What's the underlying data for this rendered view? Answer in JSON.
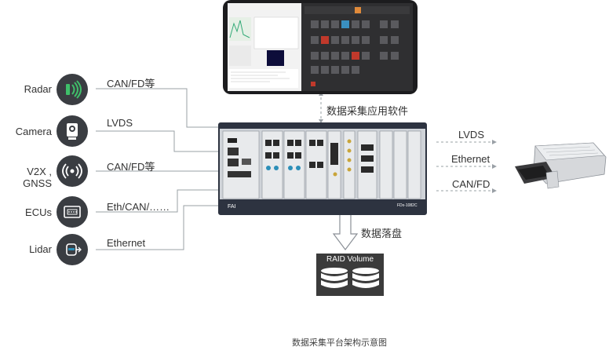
{
  "sensors": [
    {
      "name": "Radar",
      "icon": "radar-icon",
      "protocol": "CAN/FD等"
    },
    {
      "name": "Camera",
      "icon": "camera-icon",
      "protocol": "LVDS"
    },
    {
      "name": "V2X , GNSS",
      "icon": "wireless-icon",
      "protocol": "CAN/FD等"
    },
    {
      "name": "ECUs",
      "icon": "ecu-icon",
      "protocol": "Eth/CAN/……"
    },
    {
      "name": "Lidar",
      "icon": "lidar-icon",
      "protocol": "Ethernet"
    }
  ],
  "outputs": [
    "LVDS",
    "Ethernet",
    "CAN/FD"
  ],
  "software_label": "数据采集应用软件",
  "storage_label": "数据落盘",
  "raid_label": "RAID Volume",
  "caption": "数据采集平台架构示意图",
  "chassis": {
    "brand": "FAI",
    "model": "FDx-1082C"
  },
  "colors": {
    "icon_bg": "#3a3d42",
    "accent": "#2c8fb8",
    "line": "#9aa0a6",
    "chassis": "#4a5568",
    "raid_bg": "#3b3b3b"
  }
}
